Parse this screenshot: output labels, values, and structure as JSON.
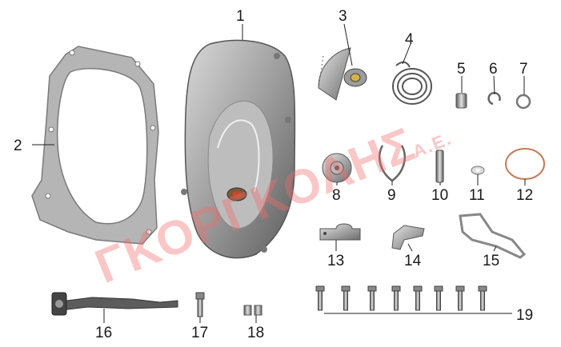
{
  "watermark": {
    "main": "ΓΚΟΡΓΚΟΛΗΣ",
    "suffix": "Α.Ε."
  },
  "callouts": [
    "1",
    "2",
    "3",
    "4",
    "5",
    "6",
    "7",
    "8",
    "9",
    "10",
    "11",
    "12",
    "13",
    "14",
    "15",
    "16",
    "17",
    "18",
    "19"
  ],
  "colors": {
    "part_metal": "#9a9a9a",
    "gasket": "#8a8a8a",
    "watermark": "#f26b6b",
    "text": "#1a1a1a"
  }
}
